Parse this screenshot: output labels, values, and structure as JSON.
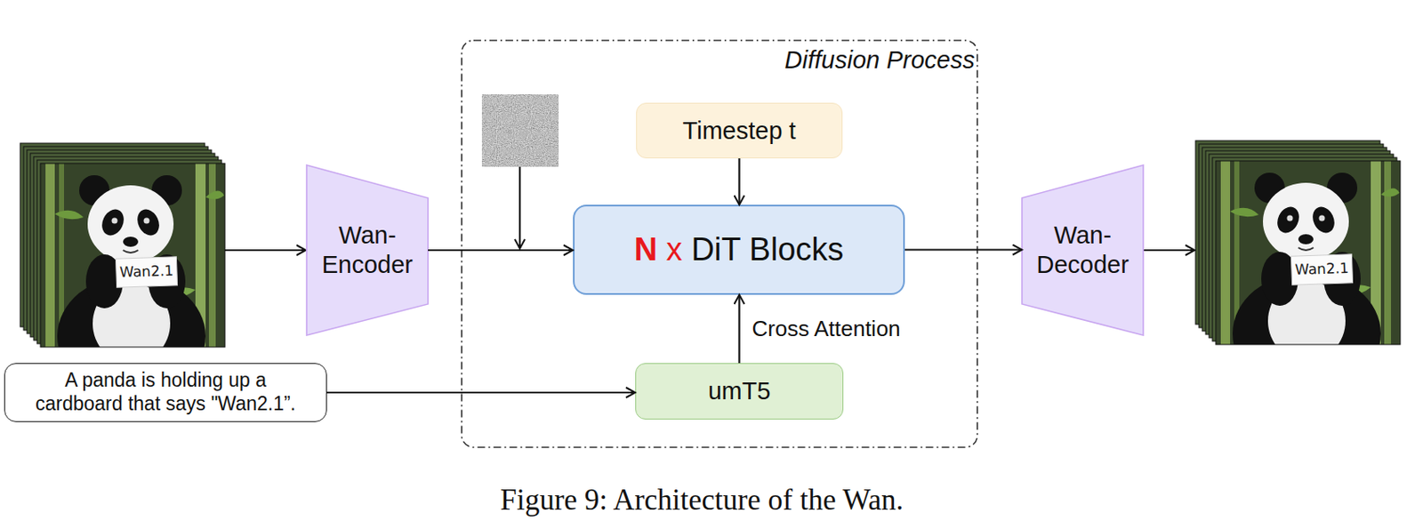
{
  "diagram": {
    "caption": "Figure 9: Architecture of the Wan.",
    "nodes": [
      {
        "text": [
          "Wan- Encoder"
        ]
      },
      {
        "text": [
          "A panda is holding up a cardboard that says \"Wan2.1”."
        ]
      },
      {
        "text": [
          "Diffusion Process"
        ]
      },
      {
        "text": [
          "Timestep t"
        ],
        "in": 2
      },
      {
        "text": [
          "N",
          "x",
          "DiT Blocks"
        ],
        "in": 2
      },
      {
        "text": [
          "umT5"
        ],
        "in": 2
      },
      {
        "text": [
          "Wan- Decoder"
        ]
      }
    ],
    "edges": [
      {
        "from": 0,
        "to": 4,
        "arrow": "to"
      },
      {
        "from": 3,
        "to": 4,
        "arrow": "to"
      },
      {
        "from": 5,
        "to": 4,
        "arrow": "to",
        "label": "Cross Attention"
      },
      {
        "from": 4,
        "to": 6,
        "arrow": "to"
      },
      {
        "from": 1,
        "to": 5,
        "arrow": "to"
      }
    ],
    "labels": [
      "Wan2.1",
      "Wan2.1"
    ]
  }
}
